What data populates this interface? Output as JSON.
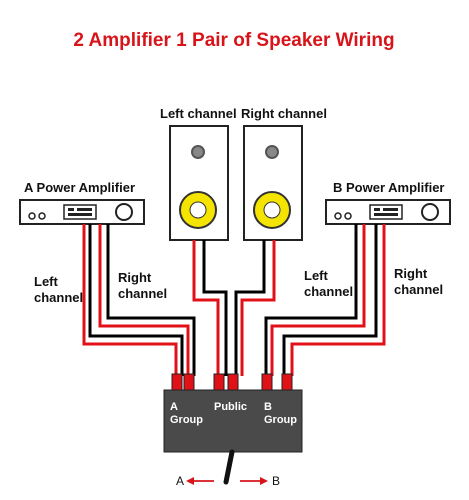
{
  "title": "2 Amplifier 1 Pair of Speaker Wiring",
  "speakers": {
    "left_label": "Left channel",
    "right_label": "Right channel"
  },
  "amplifier_a": {
    "label": "A Power Amplifier",
    "left_label": "Left\nchannel",
    "right_label": "Right\nchannel"
  },
  "amplifier_b": {
    "label": "B Power Amplifier",
    "left_label": "Left\nchannel",
    "right_label": "Right\nchannel"
  },
  "switch_box": {
    "a_label_line1": "A",
    "a_label_line2": "Group",
    "public_label": "Public",
    "b_label_line1": "B",
    "b_label_line2": "Group"
  },
  "selector": {
    "a_label": "A",
    "b_label": "B"
  },
  "colors": {
    "title": "#d8141b",
    "wire_red": "#e01218",
    "wire_black": "#000000",
    "speaker_cone": "#f5e400",
    "switch_box": "#4a4a4a",
    "arrow": "#d8141b"
  }
}
